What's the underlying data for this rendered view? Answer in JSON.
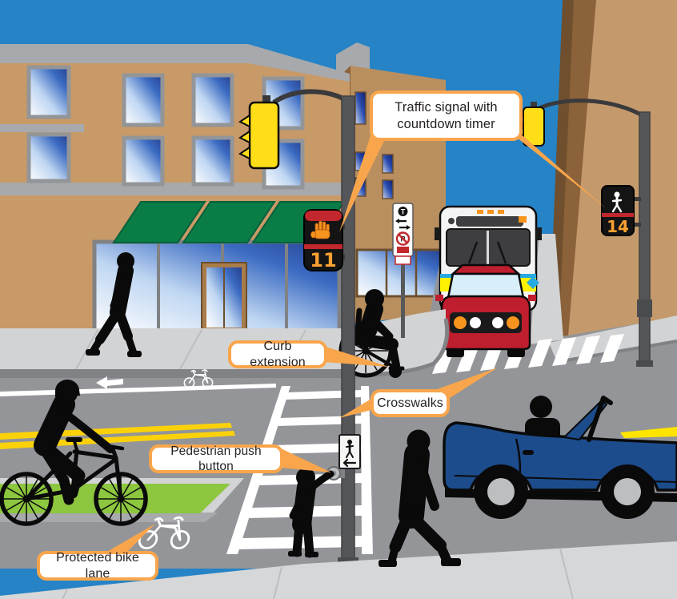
{
  "diagram": {
    "callouts": [
      {
        "id": "traffic-signal",
        "label": "Traffic signal with countdown timer"
      },
      {
        "id": "curb-extension",
        "label": "Curb extension"
      },
      {
        "id": "crosswalks",
        "label": "Crosswalks"
      },
      {
        "id": "pedestrian-push-button",
        "label": "Pedestrian push button"
      },
      {
        "id": "protected-bike-lane",
        "label": "Protected bike lane"
      }
    ],
    "signals": {
      "hand_countdown": "11",
      "walk_countdown": "14"
    },
    "street_sign": {
      "transit_letter": "T",
      "parking_letter": "P"
    },
    "colors": {
      "sky": "#2583C6",
      "building_tan": "#C89A67",
      "building_brown": "#8B6239",
      "trim_gray": "#A7A9AC",
      "awning_green": "#0A7C46",
      "road_gray": "#939598",
      "sidewalk_gray": "#D1D3D4",
      "curb_gray": "#808285",
      "bike_lane_green": "#8DC63F",
      "marking_yellow": "#FBD20A",
      "signal_yellow": "#FFDE17",
      "signal_red": "#C1272D",
      "countdown_orange": "#F9A131",
      "hand_orange": "#F7941E",
      "bus_white": "#F4F4F4",
      "bus_stripe_yellow": "#FFF200",
      "bus_stripe_blue": "#27AAE1",
      "car_red": "#BE1E2D",
      "car_blue": "#1C4C8C",
      "callout_border": "#F9A54C",
      "silhouette_black": "#0A0A0A"
    }
  }
}
